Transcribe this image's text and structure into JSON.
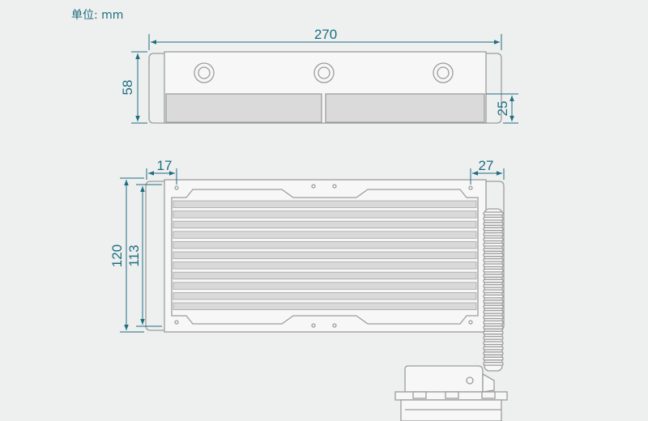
{
  "unit_label": "单位: mm",
  "dimensions": {
    "width": "270",
    "height": "58",
    "fan_thickness": "25",
    "radiator_height": "120",
    "radiator_core_height": "113",
    "left_offset": "17",
    "right_offset": "27"
  },
  "colors": {
    "dimension": "#1d6e80",
    "outline": "#9c9c9c",
    "background": "#eeefef",
    "fin": "#d9d9d9"
  }
}
